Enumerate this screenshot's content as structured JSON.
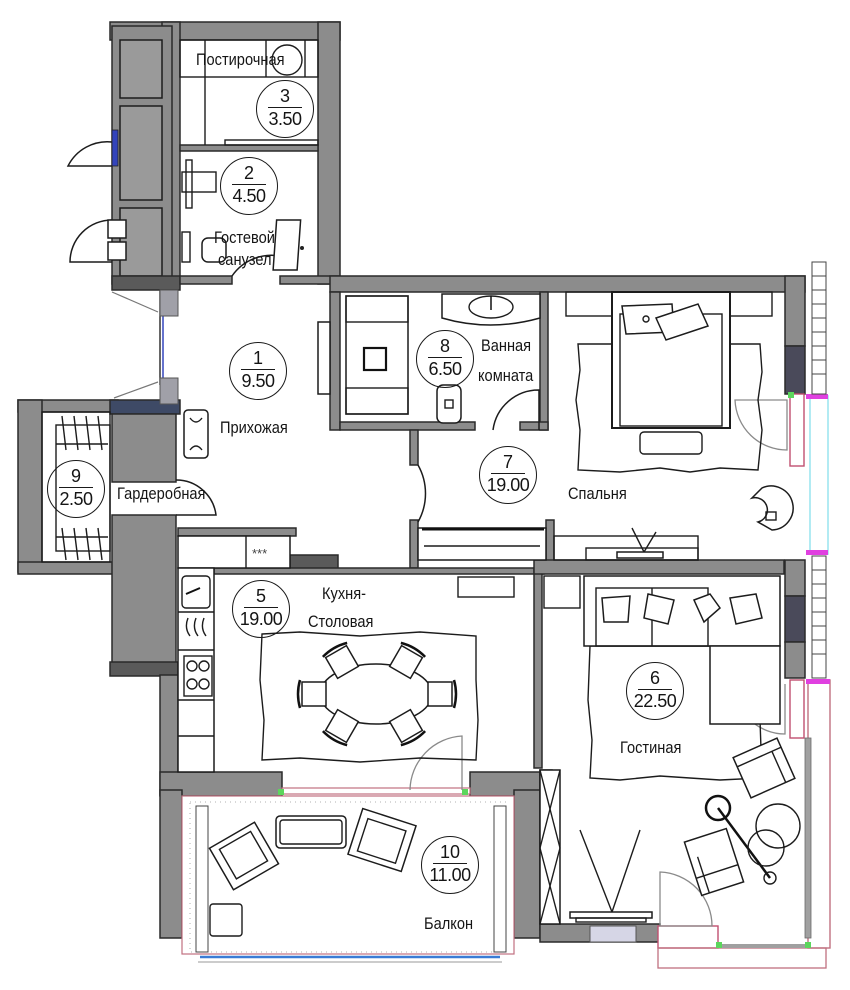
{
  "plan": {
    "title": "Floor plan",
    "colors": {
      "wall": "#8c8c8c",
      "wall_dark": "#5a5a5a",
      "line": "#1c1c1c",
      "window_glass": "#9ee6f0",
      "window_frame": "#b0306a",
      "window_marker": "#e040e0",
      "joint_marker": "#5cd65c",
      "balcony_edge": "#3a7bd5"
    },
    "rooms": [
      {
        "id": "1",
        "number": "1",
        "area": "9.50",
        "name": "Прихожая"
      },
      {
        "id": "2",
        "number": "2",
        "area": "4.50",
        "name": "Гостевой санузел",
        "name_lines": [
          "Гостевой",
          "санузел"
        ]
      },
      {
        "id": "3",
        "number": "3",
        "area": "3.50",
        "name": "Постирочная"
      },
      {
        "id": "5",
        "number": "5",
        "area": "19.00",
        "name": "Кухня-Столовая",
        "name_lines": [
          "Кухня-",
          "Столовая"
        ]
      },
      {
        "id": "6",
        "number": "6",
        "area": "22.50",
        "name": "Гостиная"
      },
      {
        "id": "7",
        "number": "7",
        "area": "19.00",
        "name": "Спальня"
      },
      {
        "id": "8",
        "number": "8",
        "area": "6.50",
        "name": "Ванная комната",
        "name_lines": [
          "Ванная",
          "комната"
        ]
      },
      {
        "id": "9",
        "number": "9",
        "area": "2.50",
        "name": "Гардеробная"
      },
      {
        "id": "10",
        "number": "10",
        "area": "11.00",
        "name": "Балкон"
      }
    ],
    "appliance_marks": {
      "fridge_symbol": "***"
    }
  }
}
